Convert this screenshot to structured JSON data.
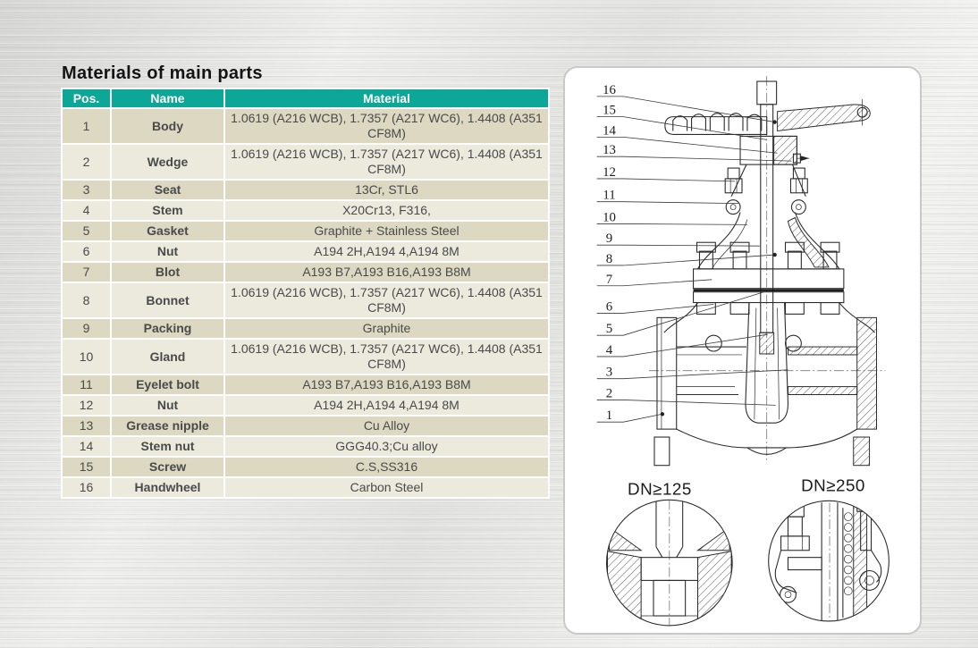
{
  "title": "Materials of main parts",
  "table": {
    "headers": {
      "pos": "Pos.",
      "name": "Name",
      "material": "Material"
    },
    "rows": [
      {
        "pos": "1",
        "name": "Body",
        "material": "1.0619 (A216 WCB), 1.7357 (A217 WC6), 1.4408 (A351 CF8M)"
      },
      {
        "pos": "2",
        "name": "Wedge",
        "material": "1.0619 (A216 WCB), 1.7357 (A217 WC6), 1.4408 (A351 CF8M)"
      },
      {
        "pos": "3",
        "name": "Seat",
        "material": "13Cr, STL6"
      },
      {
        "pos": "4",
        "name": "Stem",
        "material": "X20Cr13,  F316,"
      },
      {
        "pos": "5",
        "name": "Gasket",
        "material": "Graphite + Stainless Steel"
      },
      {
        "pos": "6",
        "name": "Nut",
        "material": "A194 2H,A194 4,A194 8M"
      },
      {
        "pos": "7",
        "name": "Blot",
        "material": "A193 B7,A193 B16,A193 B8M"
      },
      {
        "pos": "8",
        "name": "Bonnet",
        "material": "1.0619 (A216 WCB), 1.7357 (A217 WC6), 1.4408 (A351 CF8M)"
      },
      {
        "pos": "9",
        "name": "Packing",
        "material": "Graphite"
      },
      {
        "pos": "10",
        "name": "Gland",
        "material": "1.0619 (A216 WCB), 1.7357 (A217 WC6), 1.4408 (A351 CF8M)"
      },
      {
        "pos": "11",
        "name": "Eyelet bolt",
        "material": "A193 B7,A193 B16,A193 B8M"
      },
      {
        "pos": "12",
        "name": "Nut",
        "material": "A194 2H,A194 4,A194 8M"
      },
      {
        "pos": "13",
        "name": "Grease nipple",
        "material": "Cu Alloy"
      },
      {
        "pos": "14",
        "name": "Stem nut",
        "material": "GGG40.3;Cu alloy"
      },
      {
        "pos": "15",
        "name": "Screw",
        "material": "C.S,SS316"
      },
      {
        "pos": "16",
        "name": "Handwheel",
        "material": "Carbon Steel"
      }
    ]
  },
  "diagram": {
    "callouts": [
      "16",
      "15",
      "14",
      "13",
      "12",
      "11",
      "10",
      "9",
      "8",
      "7",
      "6",
      "5",
      "4",
      "3",
      "2",
      "1"
    ],
    "detail_labels": [
      "DN≥125",
      "DN≥250"
    ]
  },
  "colors": {
    "header_teal": "#0ca796",
    "row_dark": "#dcd8c2",
    "row_light": "#ece9dd",
    "panel_border": "#c9c9c9"
  }
}
